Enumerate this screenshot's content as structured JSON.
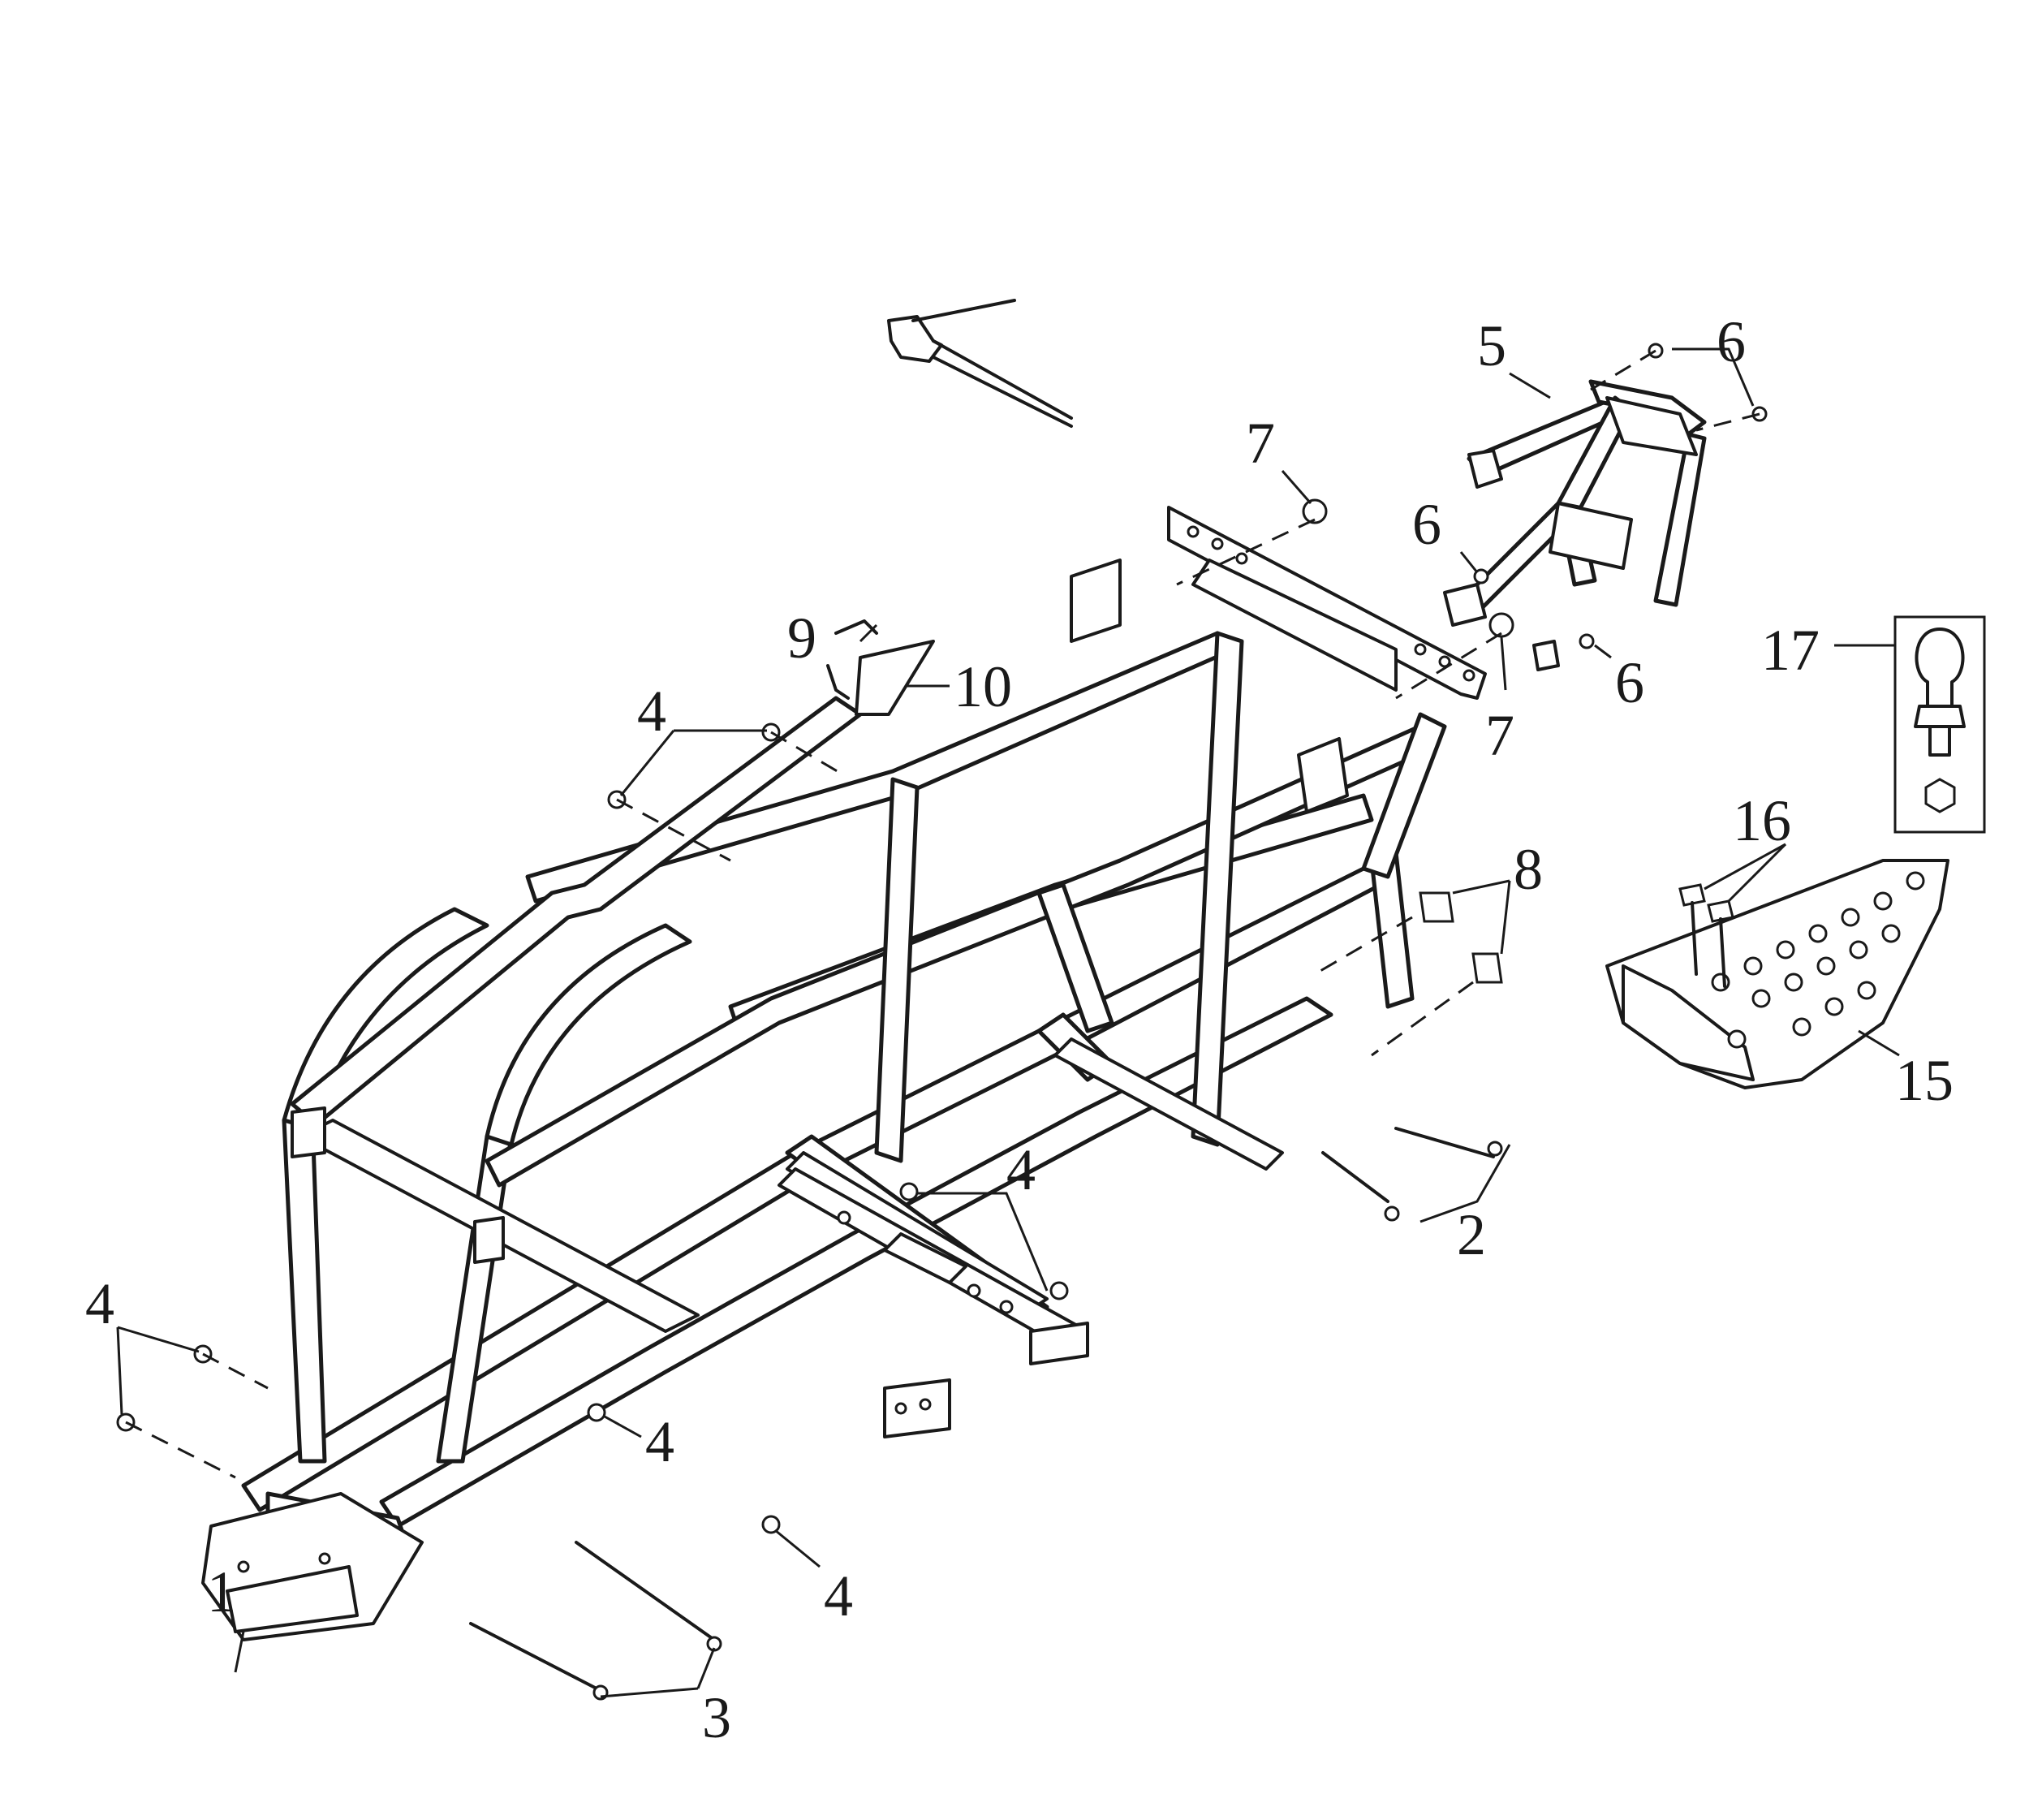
{
  "diagram": {
    "callouts": {
      "c1": "1",
      "c2": "2",
      "c3": "3",
      "c4a": "4",
      "c4b": "4",
      "c4c": "4",
      "c4d": "4",
      "c4e": "4",
      "c5": "5",
      "c6a": "6",
      "c6b": "6",
      "c6c": "6",
      "c7a": "7",
      "c7b": "7",
      "c8": "8",
      "c9": "9",
      "c10": "10",
      "c15": "15",
      "c16": "16",
      "c17": "17"
    },
    "colors": {
      "line": "#1a1a1a",
      "background": "#ffffff"
    }
  }
}
